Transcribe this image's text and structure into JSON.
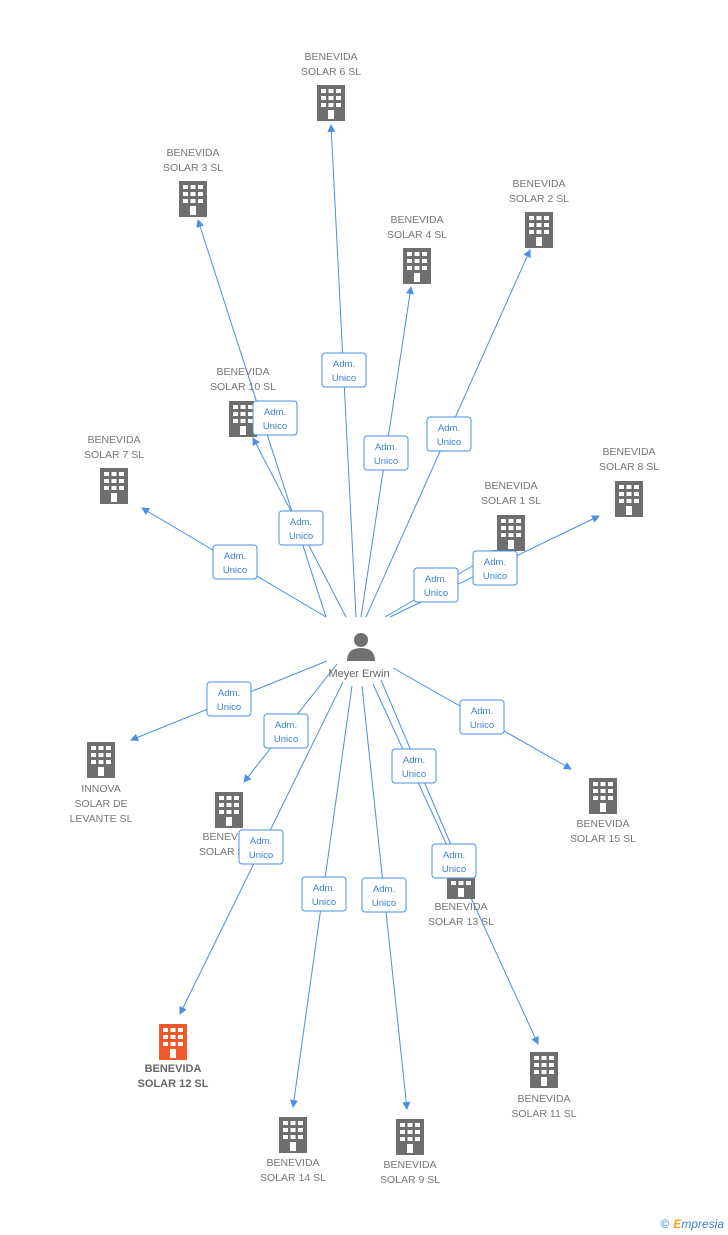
{
  "center": {
    "name": "Meyer Erwin",
    "icon": "person-icon"
  },
  "edge_label_line1": "Adm.",
  "edge_label_line2": "Unico",
  "companies": [
    {
      "id": "s6",
      "line1": "BENEVIDA",
      "line2": "SOLAR 6 SL",
      "line3": "",
      "highlight": false
    },
    {
      "id": "s3",
      "line1": "BENEVIDA",
      "line2": "SOLAR 3 SL",
      "line3": "",
      "highlight": false
    },
    {
      "id": "s2",
      "line1": "BENEVIDA",
      "line2": "SOLAR 2 SL",
      "line3": "",
      "highlight": false
    },
    {
      "id": "s4",
      "line1": "BENEVIDA",
      "line2": "SOLAR 4 SL",
      "line3": "",
      "highlight": false
    },
    {
      "id": "s10",
      "line1": "BENEVIDA",
      "line2": "SOLAR 10 SL",
      "line3": "",
      "highlight": false
    },
    {
      "id": "s7",
      "line1": "BENEVIDA",
      "line2": "SOLAR 7 SL",
      "line3": "",
      "highlight": false
    },
    {
      "id": "s8",
      "line1": "BENEVIDA",
      "line2": "SOLAR 8 SL",
      "line3": "",
      "highlight": false
    },
    {
      "id": "s1",
      "line1": "BENEVIDA",
      "line2": "SOLAR 1 SL",
      "line3": "",
      "highlight": false
    },
    {
      "id": "innova",
      "line1": "INNOVA",
      "line2": "SOLAR DE",
      "line3": "LEVANTE SL",
      "highlight": false
    },
    {
      "id": "s5",
      "line1": "BENEVIDA",
      "line2": "SOLAR 5 SL",
      "line3": "",
      "highlight": false
    },
    {
      "id": "s15",
      "line1": "BENEVIDA",
      "line2": "SOLAR 15 SL",
      "line3": "",
      "highlight": false
    },
    {
      "id": "s13",
      "line1": "BENEVIDA",
      "line2": "SOLAR 13 SL",
      "line3": "",
      "highlight": false
    },
    {
      "id": "s12",
      "line1": "BENEVIDA",
      "line2": "SOLAR 12 SL",
      "line3": "",
      "highlight": true
    },
    {
      "id": "s11",
      "line1": "BENEVIDA",
      "line2": "SOLAR 11 SL",
      "line3": "",
      "highlight": false
    },
    {
      "id": "s14",
      "line1": "BENEVIDA",
      "line2": "SOLAR 14 SL",
      "line3": "",
      "highlight": false
    },
    {
      "id": "s9",
      "line1": "BENEVIDA",
      "line2": "SOLAR 9 SL",
      "line3": "",
      "highlight": false
    }
  ],
  "colors": {
    "edge": "#4a8fe2",
    "building": "#6e6e6e",
    "highlight": "#f05a28",
    "person": "#707070"
  },
  "footer": {
    "copyright": "©",
    "brand_initial": "E",
    "brand_rest": "mpresia"
  }
}
